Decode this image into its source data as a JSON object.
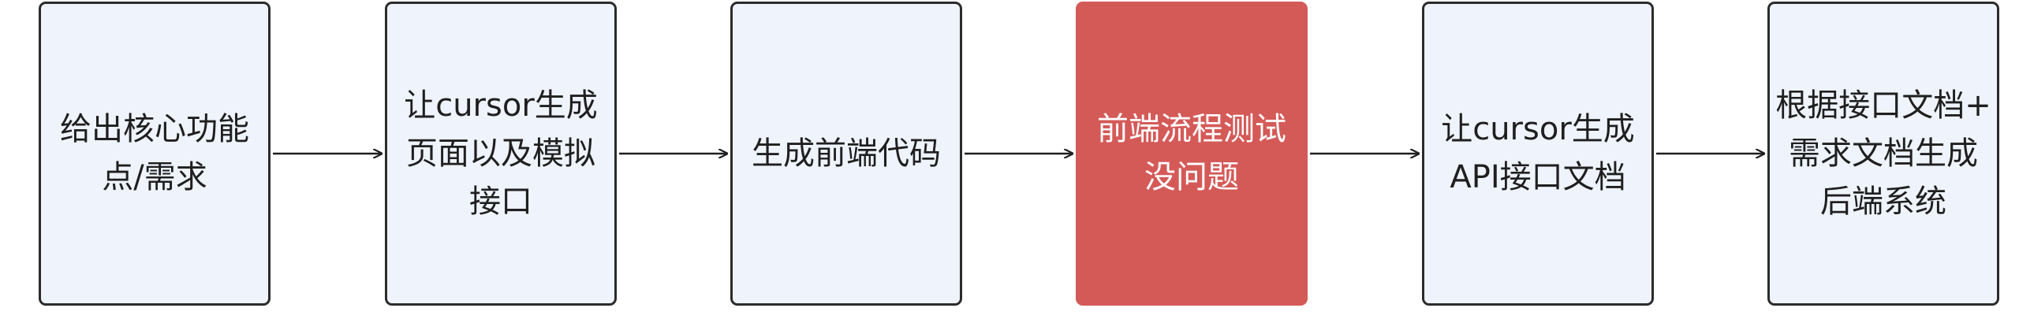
{
  "colors": {
    "node_fill": "#eef3fc",
    "node_border": "#2b2b2b",
    "highlight_fill": "#d45a58",
    "arrow": "#1f1f1f"
  },
  "steps": [
    {
      "label": "给出核心功能\n点/需求",
      "highlight": false
    },
    {
      "label": "让cursor生成\n页面以及模拟\n接口",
      "highlight": false
    },
    {
      "label": "生成前端代码",
      "highlight": false
    },
    {
      "label": "前端流程测试\n没问题",
      "highlight": true
    },
    {
      "label": "让cursor生成\nAPI接口文档",
      "highlight": false
    },
    {
      "label": "根据接口文档+\n需求文档生成\n后端系统",
      "highlight": false
    }
  ]
}
